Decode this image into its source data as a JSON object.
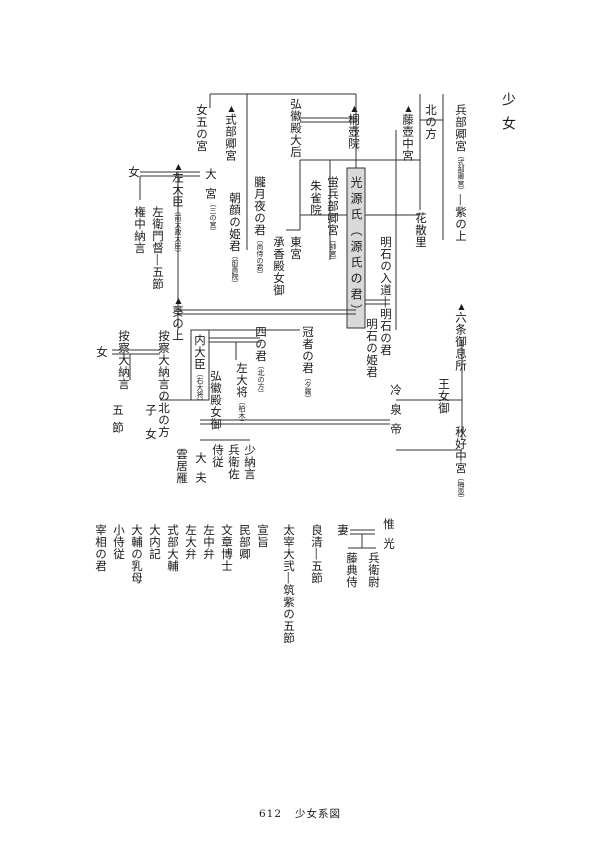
{
  "title": "少女",
  "page_number": "612",
  "footer_title": "少女系図",
  "marker": "▲",
  "people": {
    "hyobukyo": "兵部卿宮",
    "hyobukyo_note": "式部卿宮",
    "murasaki": "紫の上",
    "kita_no_kata": "北の方",
    "fujitsubo": "藤壺中宮",
    "kiritsubo": "桐壺院",
    "kokiden_daigo": "弘徽殿大后",
    "shikibukyo": "式部卿宮",
    "onna_go_no_miya": "女五の宮",
    "suzaku": "朱雀院",
    "togu": "東宮",
    "shokyoden": "承香殿女御",
    "hotaru": "蛍兵部卿宮",
    "hotaru_note": "帥宮",
    "genji": "光源氏",
    "genji_note": "源氏の君",
    "hanachirusato": "花散里",
    "akashi_nyudo": "明石の入道",
    "akashi_no_kimi": "明石の君",
    "akashi_no_himegimi": "明石の姫君",
    "rokujo": "六条御息所",
    "akikonomu": "秋好中宮",
    "akikonomu_note": "梅壺",
    "onna_left": "女",
    "sadaijin": "左大臣",
    "sadaijin_note": "前太政大臣",
    "omiya": "大宮",
    "omiya_note": "三の宮",
    "oborozukiyo": "朧月夜の君",
    "oborozukiyo_note": "尚侍の君",
    "asagao": "朝顔の姫君",
    "asagao_note": "前斎院",
    "gon_chunagon": "権中納言",
    "saemon_no_kami": "左衛門督",
    "go_no_sechi_top": "五節",
    "aoi": "葵の上",
    "naidaijin": "内大臣",
    "naidaijin_note": "右大将",
    "yon_no_kimi": "四の君",
    "yon_no_kimi_note": "北の方",
    "yugiri": "冠者の君",
    "yugiri_note": "夕霧",
    "reizei": "冷泉帝",
    "onna_omyobu": "王女御",
    "onna_far": "女",
    "azechi_dainagon": "按察大納言",
    "azechi_kita": "按察大納言の北の方",
    "ko": "子",
    "onna_child": "女",
    "go_no_sechi_mid": "五節",
    "sadaisho": "左大将",
    "sadaisho_note": "柏木",
    "kokiden_nyogo": "弘徽殿女御",
    "kumoinokari": "雲居雁",
    "jiju": "侍従",
    "hyoe_no_suke": "兵衛佐",
    "sho_nagon": "少納言",
    "tayu": "大夫"
  },
  "officials": {
    "kore_mitsu": "惟光",
    "tsuma": "妻",
    "hyoe_no_jo": "兵衛尉",
    "fujinori": "藤典侍",
    "yoshikiyo": "良清",
    "go_no_sechi_low": "五節",
    "dazai_daini": "太宰大弐",
    "tsukushi_go_no_sechi": "筑紫の五節",
    "senji": "宣旨",
    "minbukyo": "民部卿",
    "monjo_hakase": "文章博士",
    "sachuben": "左中弁",
    "sadaiben": "左大弁",
    "shikibu_taifu": "式部大輔",
    "dainaiki": "大内記",
    "taifu_no_menoto": "大輔の乳母",
    "kojiju": "小侍従",
    "saisho_no_kimi": "宰相の君"
  }
}
